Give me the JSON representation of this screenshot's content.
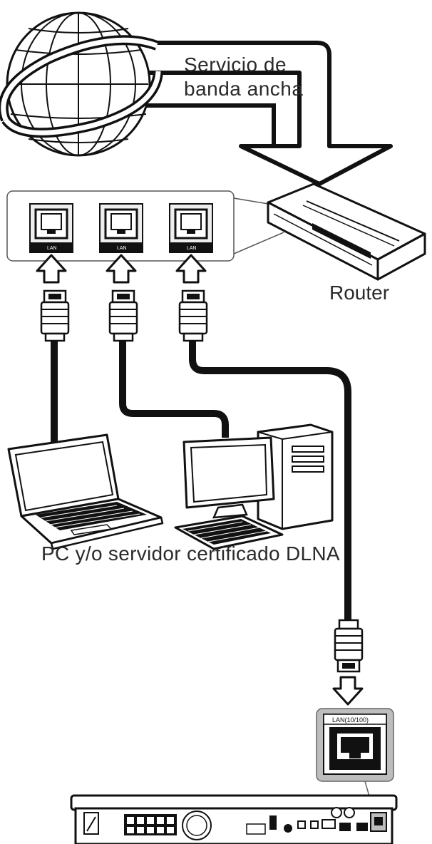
{
  "labels": {
    "broadband_line1": "Servicio de",
    "broadband_line2": "banda ancha",
    "router": "Router",
    "dlna": "PC y/o servidor certificado DLNA",
    "router_port": "LAN",
    "player_port": "LAN(10/100)"
  },
  "icons": {
    "internet": "globe-icon",
    "router": "router-icon",
    "laptop": "laptop-icon",
    "desktop": "desktop-pc-icon",
    "player": "blu-ray-player-icon",
    "connector": "ethernet-plug-icon"
  },
  "colors": {
    "ink": "#111111",
    "background": "#ffffff",
    "highlight": "#bdbdbd",
    "cable": "#111111"
  }
}
